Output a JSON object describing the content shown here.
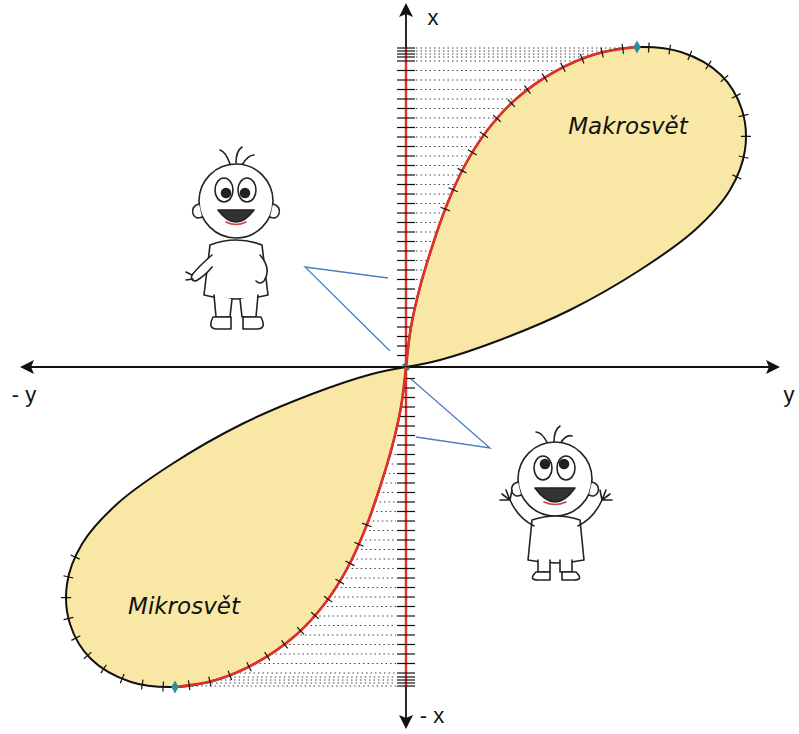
{
  "diagram": {
    "nodes": [
      {
        "text": [
          "Makrosvět"
        ]
      },
      {
        "text": [
          "Mikrosvět"
        ]
      }
    ],
    "labels": [
      "x",
      "- x",
      "- y",
      "y"
    ]
  }
}
